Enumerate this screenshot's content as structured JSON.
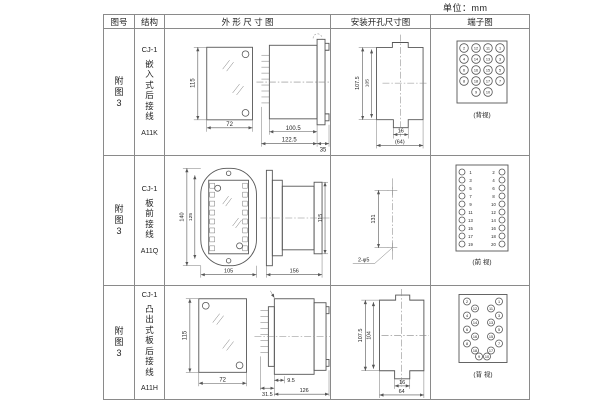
{
  "unit_label": "单位：mm",
  "header": {
    "fig": "图号",
    "struct": "结构",
    "outline": "外 形 尺 寸 图",
    "install": "安装开孔尺寸图",
    "terminal": "端子图"
  },
  "rows": [
    {
      "fig_lines": [
        "附",
        "图",
        "3"
      ],
      "struct_lines": [
        "CJ-1",
        "嵌",
        "入",
        "式",
        "后",
        "接",
        "线",
        "A11K"
      ],
      "outline_dims": {
        "front_h": "115",
        "front_w": "72",
        "body": "100.5",
        "total": "122.5",
        "flange": "35"
      },
      "install_dims": {
        "outer_h": "107.5",
        "inner_h": "105",
        "slot_w": "16",
        "total_w": "(64)"
      },
      "terminal": {
        "view_label": "(背视)",
        "numbers": [
          "2",
          "12",
          "11",
          "1",
          "4",
          "14",
          "13",
          "3",
          "6",
          "16",
          "15",
          "5",
          "8",
          "18",
          "17",
          "7",
          "9",
          "10"
        ]
      }
    },
    {
      "fig_lines": [
        "附",
        "图",
        "3"
      ],
      "struct_lines": [
        "CJ-1",
        "板",
        "前",
        "接",
        "线",
        "A11Q"
      ],
      "outline_dims": {
        "front_outer_h": "140",
        "front_inner_h": "125",
        "front_w": "105",
        "body_l": "156",
        "side_h": "115"
      },
      "install_dims": {
        "hole_span": "131",
        "hole_note": "2-φ5"
      },
      "terminal": {
        "view_label": "(前 视)",
        "numbers": [
          "1",
          "2",
          "3",
          "4",
          "5",
          "6",
          "7",
          "8",
          "9",
          "10",
          "11",
          "12",
          "13",
          "14",
          "15",
          "16",
          "17",
          "18",
          "19",
          "20"
        ]
      }
    },
    {
      "fig_lines": [
        "附",
        "图",
        "3"
      ],
      "struct_lines": [
        "CJ-1",
        "凸",
        "出",
        "式",
        "板",
        "后",
        "接",
        "线",
        "A11H"
      ],
      "outline_dims": {
        "front_h": "115",
        "front_w": "72",
        "pin_l": "31.5",
        "offset": "9.5",
        "body_l": "126"
      },
      "install_dims": {
        "outer_h": "107.5",
        "inner_h": "104",
        "slot_w": "16",
        "total_w": "64"
      },
      "terminal": {
        "view_label": "(背 视)",
        "numbers": [
          "2",
          "12",
          "4",
          "14",
          "6",
          "16",
          "8",
          "18",
          "1",
          "11",
          "3",
          "13",
          "5",
          "15",
          "7",
          "17",
          "9",
          "10"
        ]
      }
    }
  ]
}
